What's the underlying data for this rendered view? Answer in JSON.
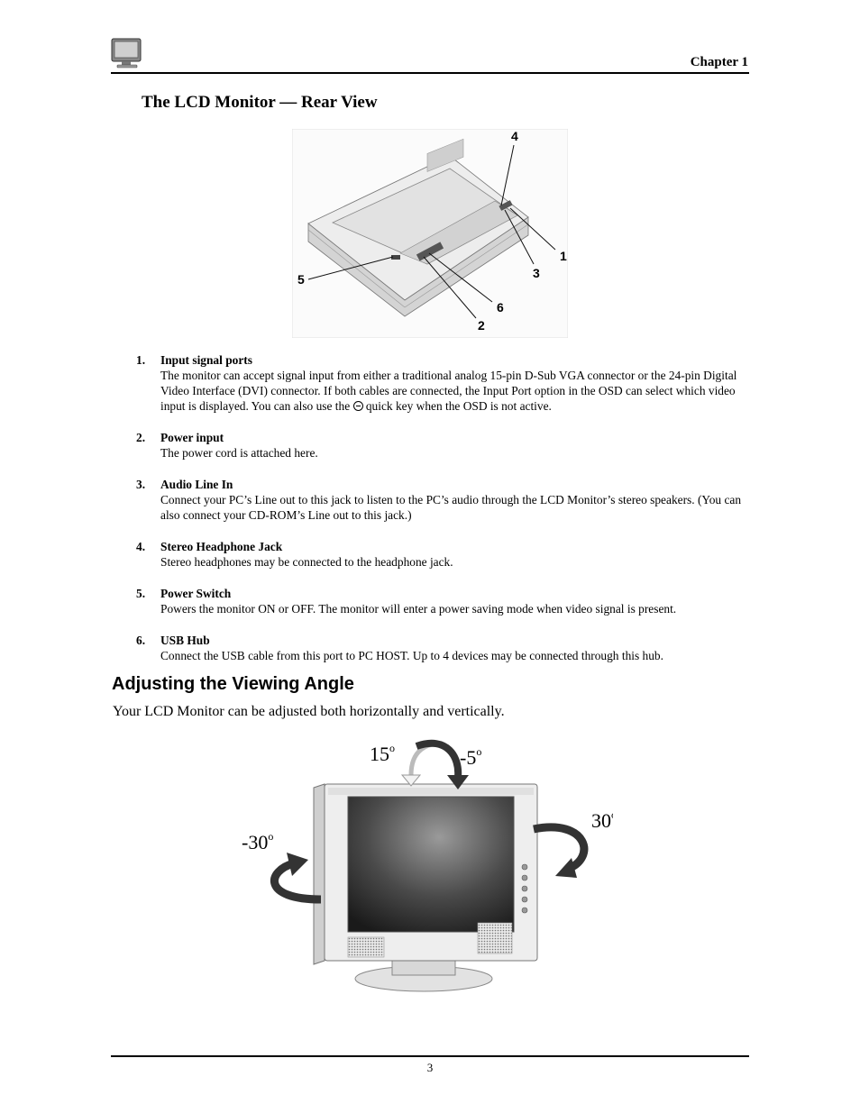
{
  "header": {
    "chapter_label": "Chapter 1",
    "icon": "monitor-icon"
  },
  "rear_view": {
    "title": "The LCD Monitor — Rear View",
    "callouts": [
      "4",
      "1",
      "3",
      "5",
      "6",
      "2"
    ]
  },
  "ports": [
    {
      "number": "1.",
      "title": "Input signal ports",
      "desc_before": "The monitor can accept signal input from either a traditional analog 15-pin D-Sub VGA connector or the 24-pin Digital Video Interface (DVI) connector.  If both cables are connected, the Input Port option in the OSD can select which video input is displayed.  You can also use the",
      "desc_after": " quick key when the OSD is not active.",
      "icon": "osd-key-icon"
    },
    {
      "number": "2.",
      "title": "Power input",
      "desc": "The power cord is attached here."
    },
    {
      "number": "3.",
      "title": "Audio Line In",
      "desc": "Connect your PC’s Line out to this jack to listen to the PC’s audio through the LCD Monitor’s stereo speakers.  (You can also connect your CD-ROM’s Line out to this jack.)"
    },
    {
      "number": "4.",
      "title": "Stereo Headphone Jack",
      "desc": "Stereo headphones may be connected to the headphone jack."
    },
    {
      "number": "5.",
      "title": "Power Switch",
      "desc": "Powers the monitor ON or OFF.  The monitor will enter a power saving mode when video signal is present."
    },
    {
      "number": "6.",
      "title": "USB Hub",
      "desc": "Connect the USB cable from this port to PC HOST.  Up to 4 devices may be connected through this hub."
    }
  ],
  "viewing_angle": {
    "heading": "Adjusting the Viewing Angle",
    "intro": "Your LCD Monitor can be adjusted both horizontally and vertically.",
    "tilt_up": "15",
    "tilt_down": "-5",
    "swivel_right": "30",
    "swivel_left": "-30",
    "degree_mark": "o"
  },
  "footer": {
    "page_number": "3"
  }
}
